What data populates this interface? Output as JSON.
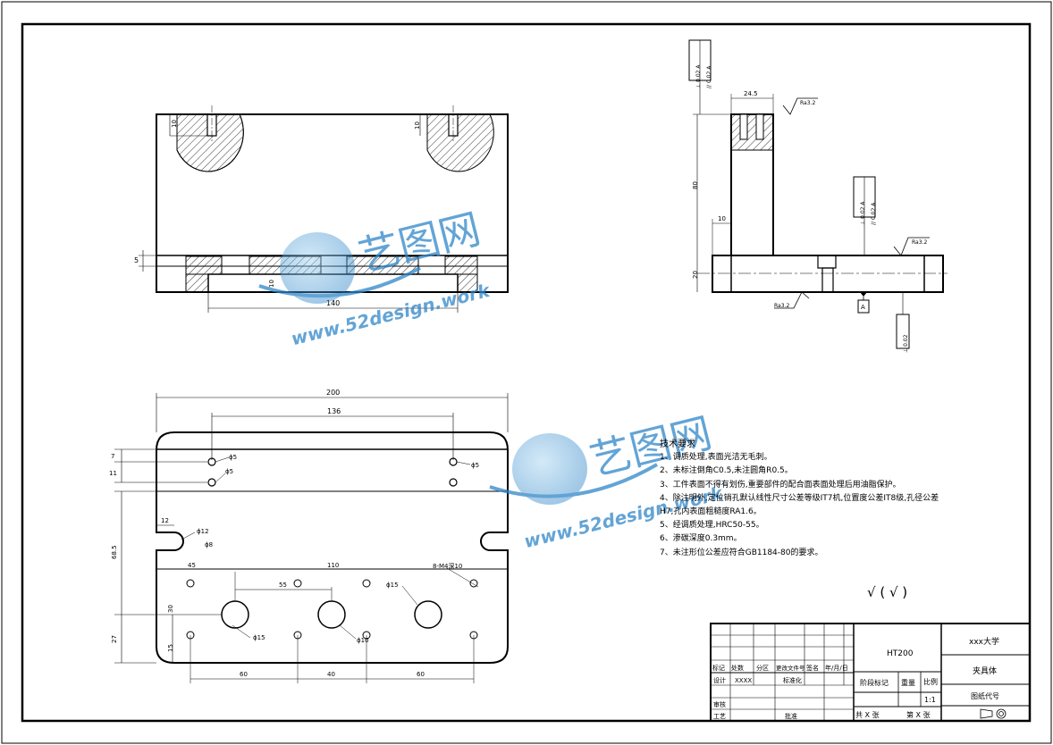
{
  "watermark": {
    "brand_cn": "艺图网",
    "url": "www.52design.work"
  },
  "top_view": {
    "dims": {
      "d10_left": "10",
      "d10_right": "10",
      "d5": "5",
      "d10_mid": "10",
      "d140": "140"
    }
  },
  "plan_view": {
    "dims": {
      "d200": "200",
      "d136": "136",
      "d7": "7",
      "d11": "11",
      "d68_5": "68.5",
      "d27": "27",
      "d30": "30",
      "d15": "15",
      "d12": "12",
      "d45": "45",
      "d110": "110",
      "d55": "55",
      "d60a": "60",
      "d40": "40",
      "d60b": "60"
    },
    "callouts": {
      "phi5_1": "ϕ5",
      "phi5_2": "ϕ5",
      "phi5_3": "ϕ5",
      "phi12": "ϕ12",
      "phi8": "ϕ8",
      "phi15_top": "ϕ15",
      "thread": "8-M4深10",
      "phi15_bottom": "ϕ15",
      "phi10": "ϕ10"
    }
  },
  "side_view": {
    "dims": {
      "d24_5": "24.5",
      "d80": "80",
      "d10": "10",
      "d20": "20"
    },
    "roughness": {
      "r1": "Ra3.2",
      "r2": "Ra3.2",
      "r3": "Ra3.2"
    },
    "datum": "A",
    "tolerance_frames": {
      "f1_row1": "⊥ 0.02 A",
      "f1_row2": "// 0.02 A",
      "f2_row1": "⊥ 0.02 A",
      "f2_row2": "// 0.02 A",
      "f3": "⊥ 0.02"
    }
  },
  "notes": {
    "title": "技术要求",
    "items": [
      "1、调质处理,表面光洁无毛刺。",
      "2、未标注倒角C0.5,未注圆角R0.5。",
      "3、工件表面不得有划伤,重要部件的配合面表面处理后用油脂保护。",
      "4、除注明外,定位销孔默认线性尺寸公差等级IT7机,位置度公差IT8级,孔径公差",
      "H7,孔内表面粗糙度RA1.6。",
      "5、经调质处理,HRC50-55。",
      "6、渗碳深度0.3mm。",
      "7、未注形位公差应符合GB1184-80的要求。"
    ]
  },
  "surface_symbol": "√ ( √ )",
  "title_block": {
    "material": "HT200",
    "school": "xxx大学",
    "part_name": "夹具体",
    "drawing_code": "图纸代号",
    "stage_mark": "阶段标记",
    "weight": "重量",
    "scale_label": "比例",
    "scale_value": "1:1",
    "sheets_total": "共 X 张",
    "sheet_no": "第 X 张",
    "h_mark": "标记",
    "h_count": "处数",
    "h_zone": "分区",
    "h_doc": "更改文件号",
    "h_sign": "签名",
    "h_date": "年/月/日",
    "design": "设计",
    "design_name": "XXXX",
    "standard": "标准化",
    "review": "审核",
    "process": "工艺",
    "approve": "批准"
  }
}
